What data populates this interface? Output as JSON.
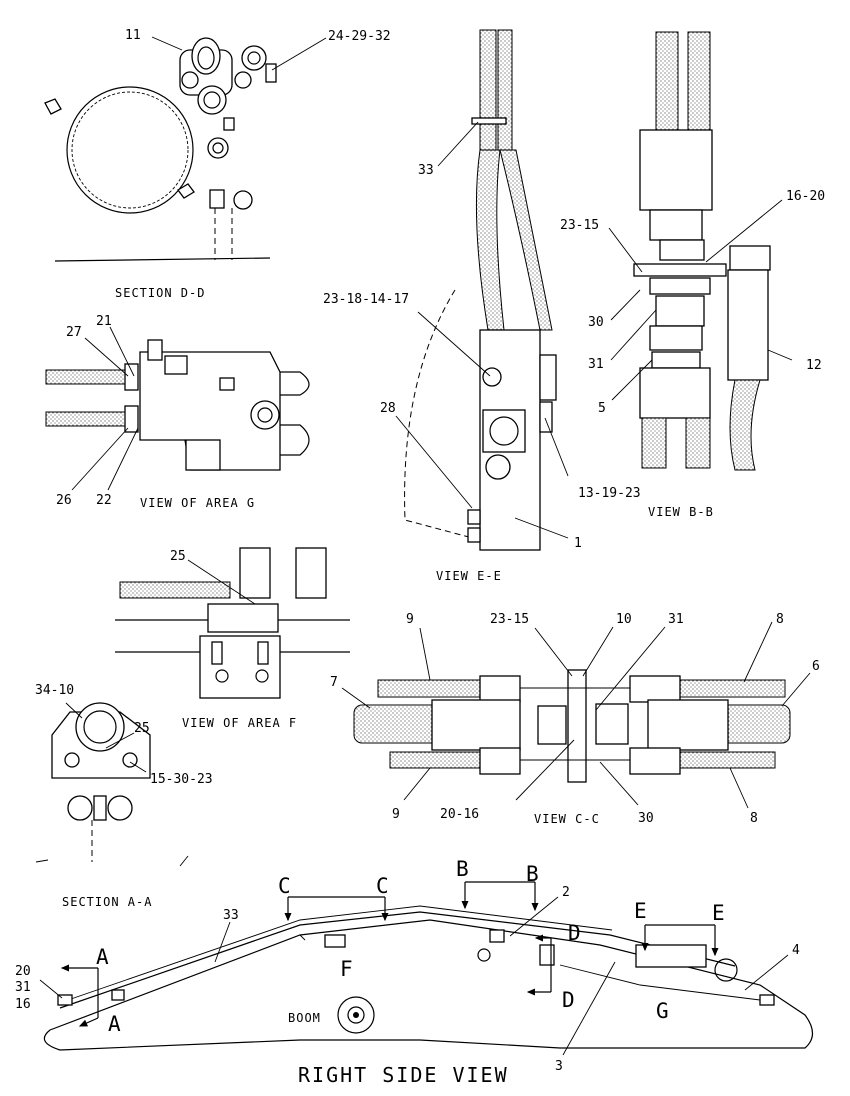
{
  "views": {
    "section_d": "SECTION D-D",
    "area_g": "VIEW OF AREA G",
    "view_e": "VIEW E-E",
    "view_b": "VIEW B-B",
    "area_f": "VIEW OF AREA F",
    "section_a": "SECTION A-A",
    "view_c": "VIEW C-C",
    "right_side": "RIGHT SIDE VIEW"
  },
  "callouts": {
    "c_11": "11",
    "c_24_29_32": "24-29-32",
    "c_33_top": "33",
    "c_23_18_14_17": "23-18-14-17",
    "c_28": "28",
    "c_13_19_23": "13-19-23",
    "c_1": "1",
    "c_16_20_b": "16-20",
    "c_23_15_b": "23-15",
    "c_30_b": "30",
    "c_31_b": "31",
    "c_5": "5",
    "c_12": "12",
    "c_27": "27",
    "c_21": "21",
    "c_26": "26",
    "c_22": "22",
    "c_25_f": "25",
    "c_34_10": "34-10",
    "c_25_a": "25",
    "c_15_30_23": "15-30-23",
    "c_9_top": "9",
    "c_23_15_c": "23-15",
    "c_10": "10",
    "c_31_c": "31",
    "c_8_top": "8",
    "c_7": "7",
    "c_6": "6",
    "c_9_bot": "9",
    "c_20_16": "20-16",
    "c_30_c": "30",
    "c_8_bot": "8",
    "c_2": "2",
    "c_33_side": "33",
    "c_20": "20",
    "c_31_side": "31",
    "c_16": "16",
    "c_4": "4",
    "c_3": "3",
    "boom": "BOOM"
  },
  "section_letters": {
    "a1": "A",
    "a2": "A",
    "b1": "B",
    "b2": "B",
    "c1": "C",
    "c2": "C",
    "d1": "D",
    "d2": "D",
    "e1": "E",
    "e2": "E",
    "f": "F",
    "g": "G"
  }
}
